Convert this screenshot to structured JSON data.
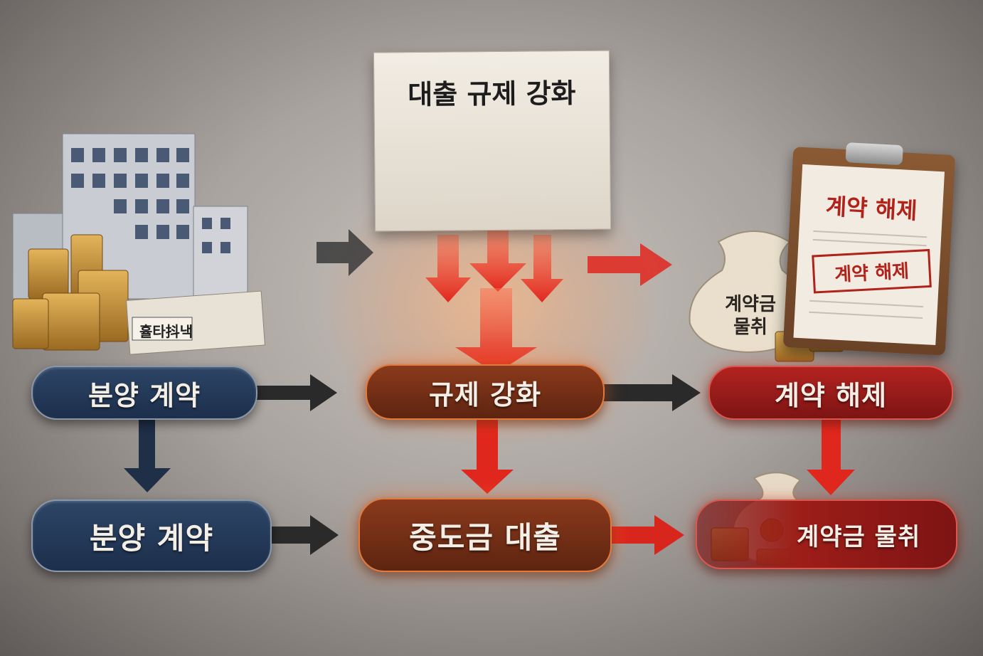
{
  "headline": {
    "title": "대출 규제 강화"
  },
  "clipboard": {
    "title": "계약 해제",
    "stamp": "계약 해제"
  },
  "bag_top": {
    "label": "계약금\n물취",
    "line1": "계약금",
    "line2": "물취"
  },
  "newspaper": {
    "label": "휼타抖낵"
  },
  "nodes": {
    "sale_contract_top": "분양 계약",
    "regulation": "규제 강화",
    "cancel": "계약 해제",
    "sale_contract_bottom": "분양 계약",
    "interim_loan": "중도금 대출",
    "deposit_forfeit": "계약금 물취"
  },
  "colors": {
    "blue_node": "#1c2f4c",
    "brown_node": "#5e2410",
    "red_node": "#7d1414",
    "arrow_red": "#e0271e",
    "arrow_dark": "#2a2a2a"
  }
}
